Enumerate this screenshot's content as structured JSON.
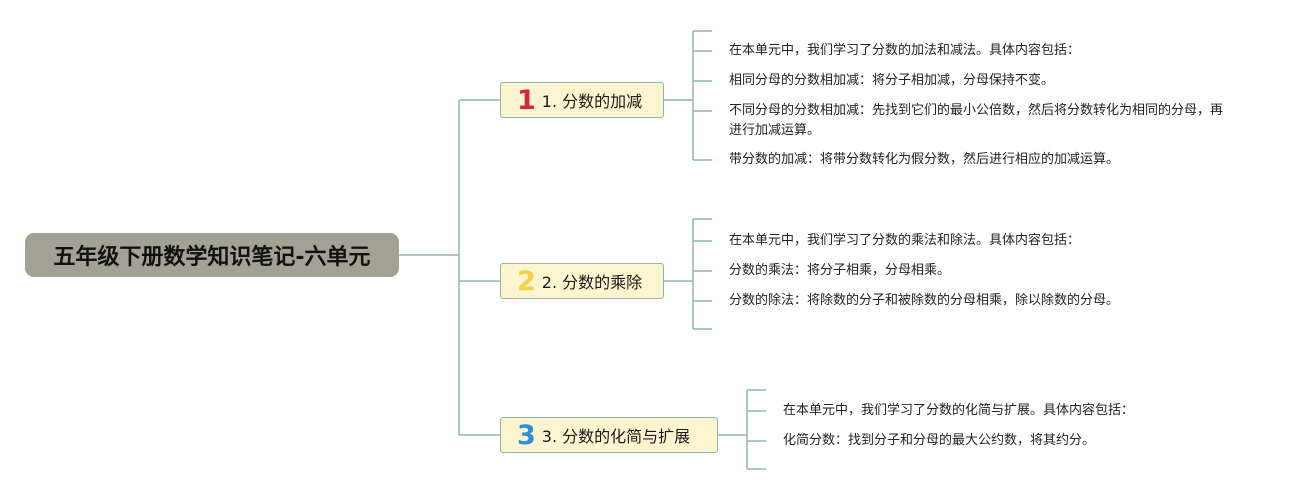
{
  "root": {
    "title": "五年级下册数学知识笔记-六单元"
  },
  "colors": {
    "connector": "#8fb9a6",
    "root_bg": "#a3a194",
    "branch_bg": "#fdf5cf"
  },
  "branches": [
    {
      "badge": "1",
      "badge_color": "#d3283d",
      "label": "1. 分数的加减",
      "leaves": [
        "在本单元中，我们学习了分数的加法和减法。具体内容包括：",
        "相同分母的分数相加减：将分子相加减，分母保持不变。",
        "不同分母的分数相加减：先找到它们的最小公倍数，然后将分数转化为相同的分母，再进行加减运算。",
        "带分数的加减：将带分数转化为假分数，然后进行相应的加减运算。"
      ]
    },
    {
      "badge": "2",
      "badge_color": "#f4d14a",
      "label": "2. 分数的乘除",
      "leaves": [
        "在本单元中，我们学习了分数的乘法和除法。具体内容包括：",
        "分数的乘法：将分子相乘，分母相乘。",
        "分数的除法：将除数的分子和被除数的分母相乘，除以除数的分母。"
      ]
    },
    {
      "badge": "3",
      "badge_color": "#2f8fd0",
      "label": "3. 分数的化简与扩展",
      "leaves": [
        "在本单元中，我们学习了分数的化简与扩展。具体内容包括：",
        "化简分数：找到分子和分母的最大公约数，将其约分。"
      ]
    }
  ]
}
